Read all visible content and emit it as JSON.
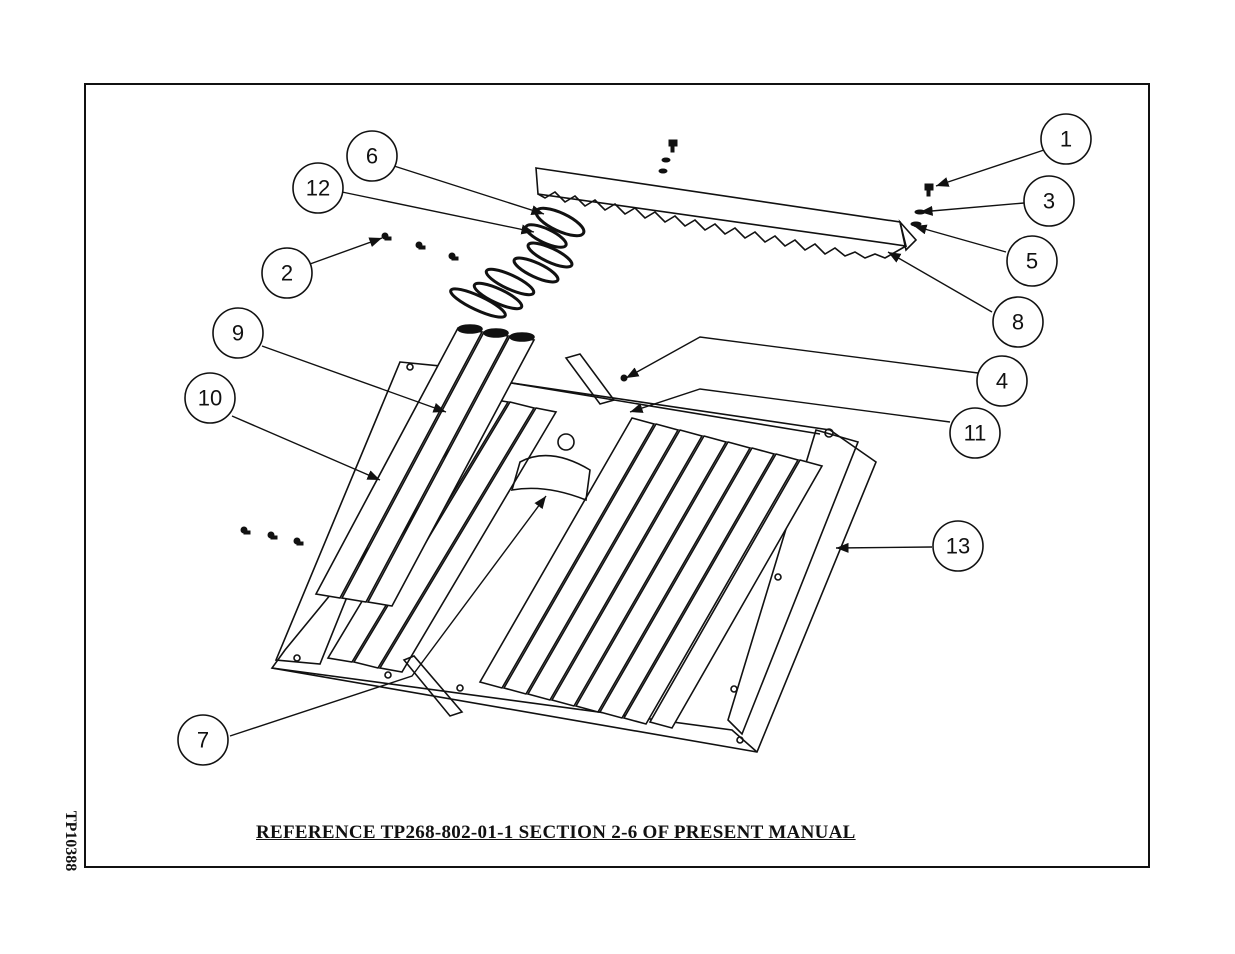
{
  "callouts": [
    {
      "label": "1"
    },
    {
      "label": "2"
    },
    {
      "label": "3"
    },
    {
      "label": "4"
    },
    {
      "label": "5"
    },
    {
      "label": "6"
    },
    {
      "label": "7"
    },
    {
      "label": "8"
    },
    {
      "label": "9"
    },
    {
      "label": "10"
    },
    {
      "label": "11"
    },
    {
      "label": "12"
    },
    {
      "label": "13"
    }
  ],
  "reference_note": "REFERENCE TP268-802-01-1 SECTION 2-6 OF PRESENT MANUAL",
  "document_id": "TP10388",
  "colors": {
    "line": "#111111",
    "background": "#ffffff"
  }
}
